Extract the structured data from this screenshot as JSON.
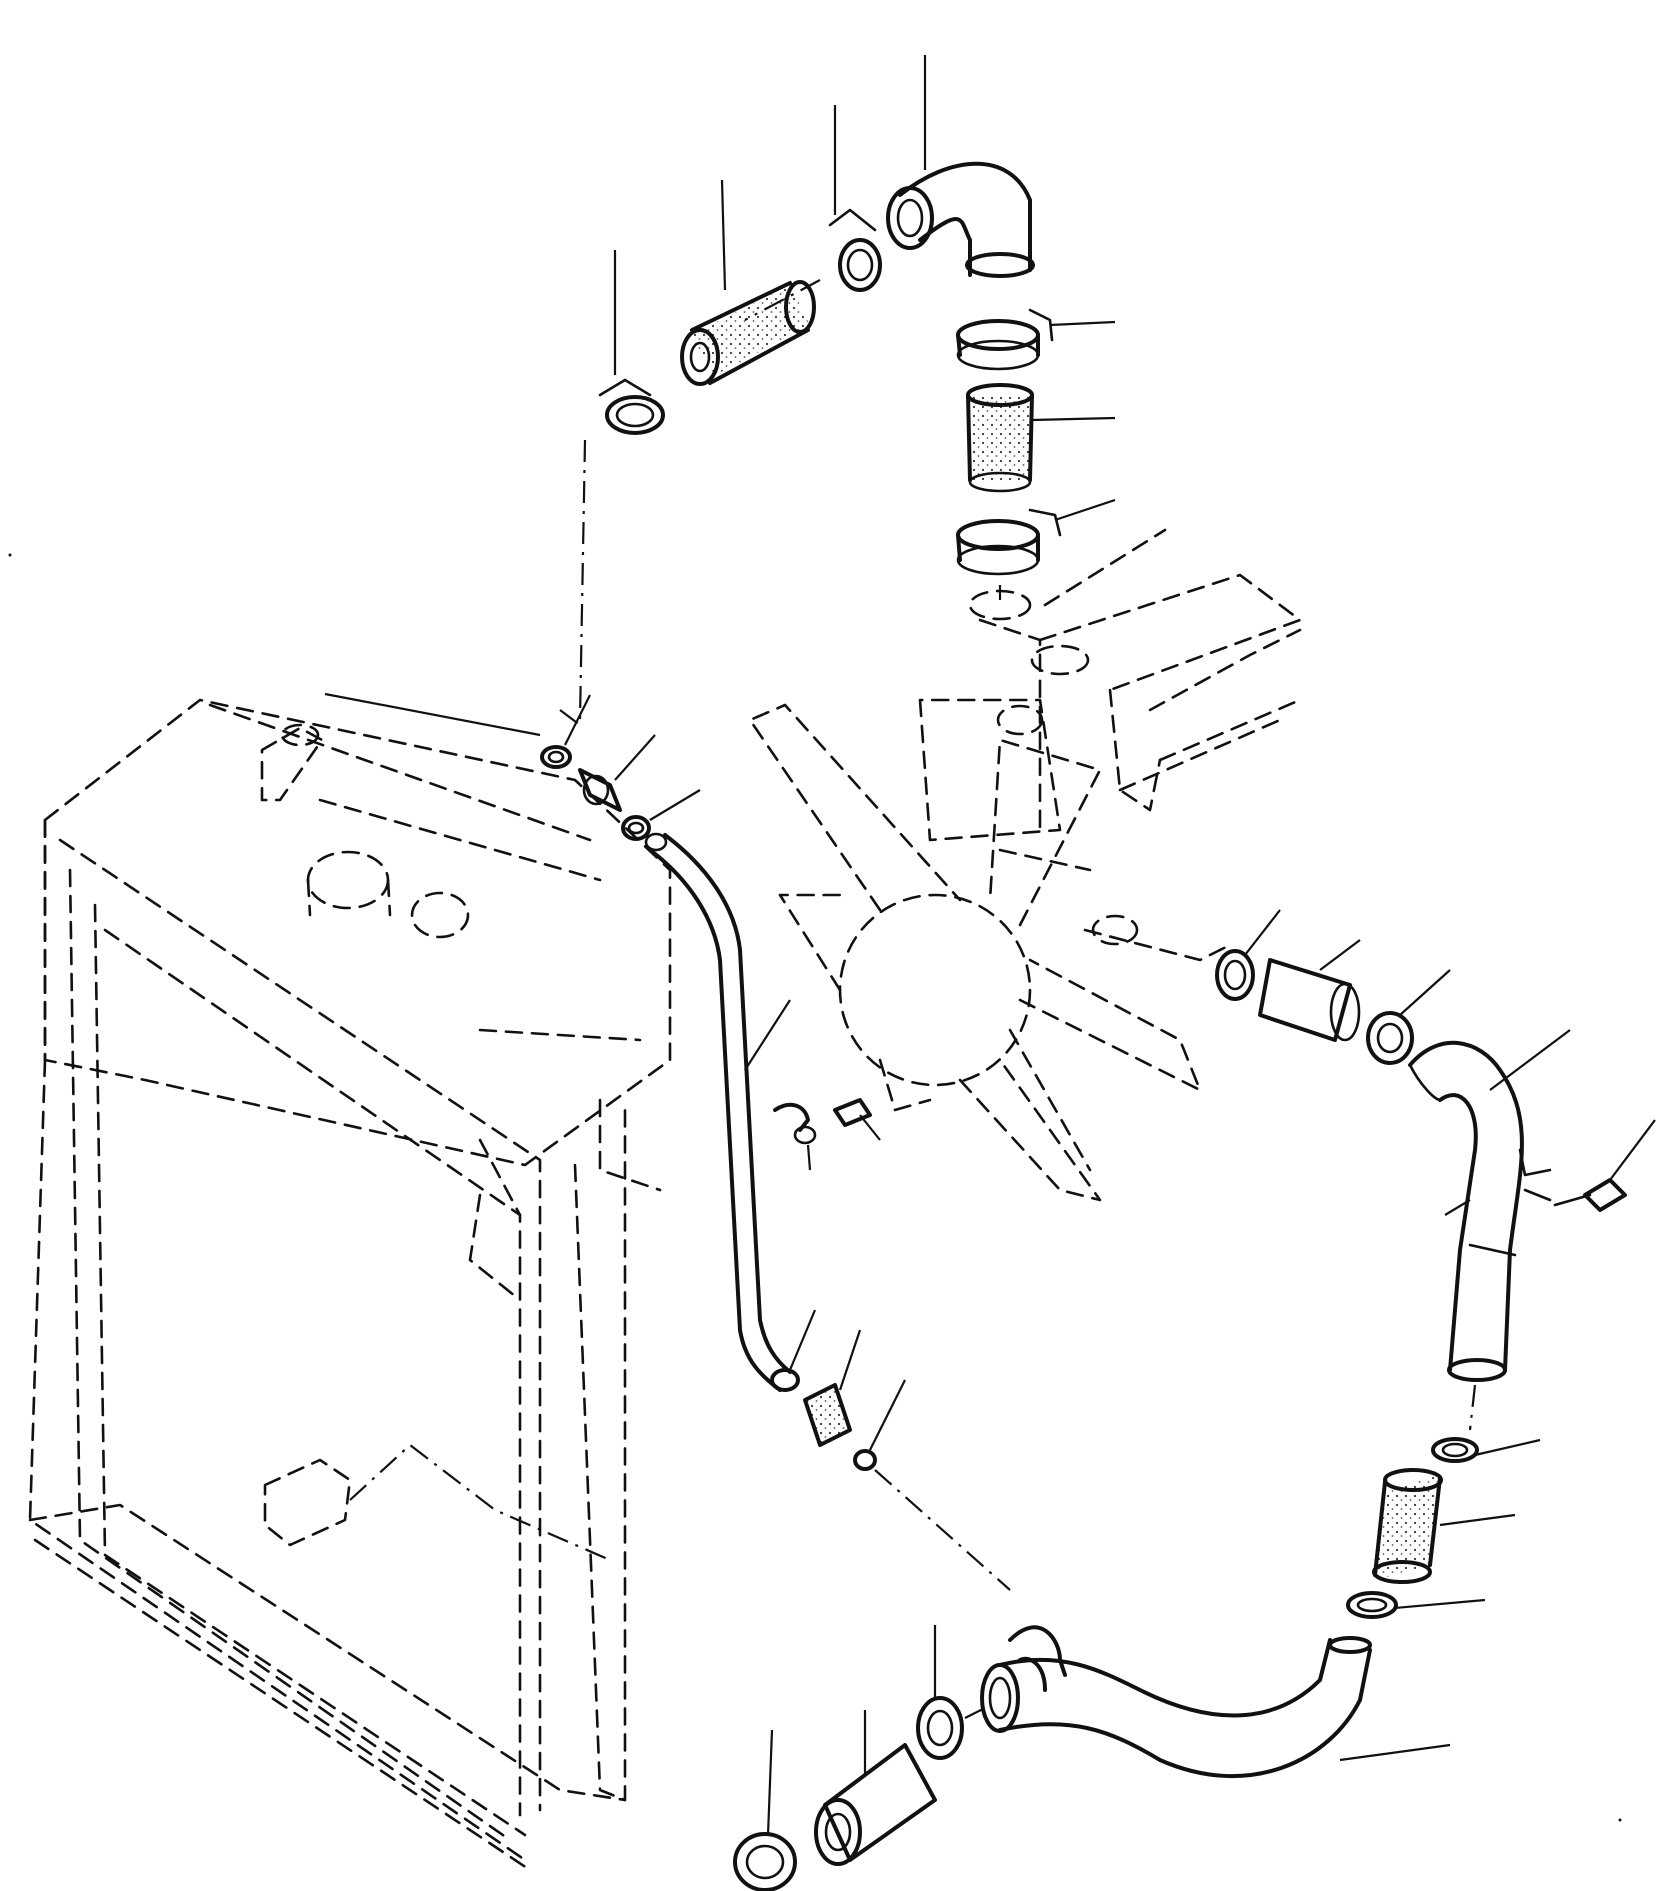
{
  "diagram": {
    "type": "exploded-parts-diagram",
    "subject": "radiator-and-coolant-hoses",
    "labels_present": false,
    "ink_color": "#111111",
    "background_color": "#ffffff",
    "parts": [
      {
        "id": "radiator",
        "style": "dashed"
      },
      {
        "id": "fan",
        "style": "dashed"
      },
      {
        "id": "engine-block",
        "style": "dashed"
      },
      {
        "id": "upper-elbow-hose",
        "style": "solid"
      },
      {
        "id": "upper-straight-hoses",
        "style": "solid"
      },
      {
        "id": "hose-clamps",
        "style": "solid"
      },
      {
        "id": "bypass-tube",
        "style": "solid"
      },
      {
        "id": "lower-outlet-hose",
        "style": "solid"
      },
      {
        "id": "lower-water-pipe",
        "style": "solid"
      },
      {
        "id": "bolts",
        "style": "solid"
      }
    ]
  }
}
